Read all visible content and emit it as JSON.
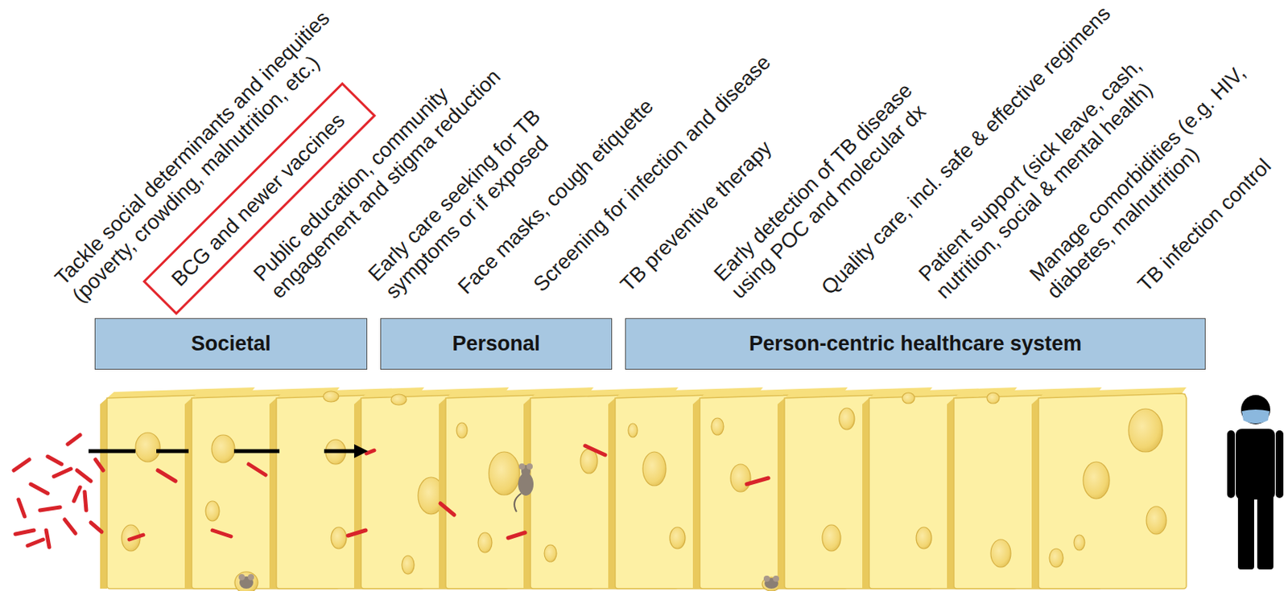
{
  "diagram": {
    "nodes": [
      {
        "text": [
          "BCG and newer vaccines"
        ]
      },
      {
        "text": [
          "Societal"
        ]
      },
      {
        "text": [
          "Personal"
        ]
      },
      {
        "text": [
          "Person-centric healthcare system"
        ]
      }
    ],
    "labels": [
      "Tackle social determinants and inequities (poverty, crowding, malnutrition, etc.)",
      "Public education, community engagement and stigma reduction",
      "Early care seeking for TB symptoms or if exposed",
      "Face masks, cough etiquette",
      "Screening for infection and disease",
      "TB preventive therapy",
      "Early detection of TB disease using POC and molecular dx",
      "Quality care, incl. safe & effective regimens",
      "Patient support (sick leave, cash, nutrition, social & mental health)",
      "Manage comorbidities (e.g. HIV, diabetes, malnutrition)",
      "TB infection control"
    ]
  }
}
